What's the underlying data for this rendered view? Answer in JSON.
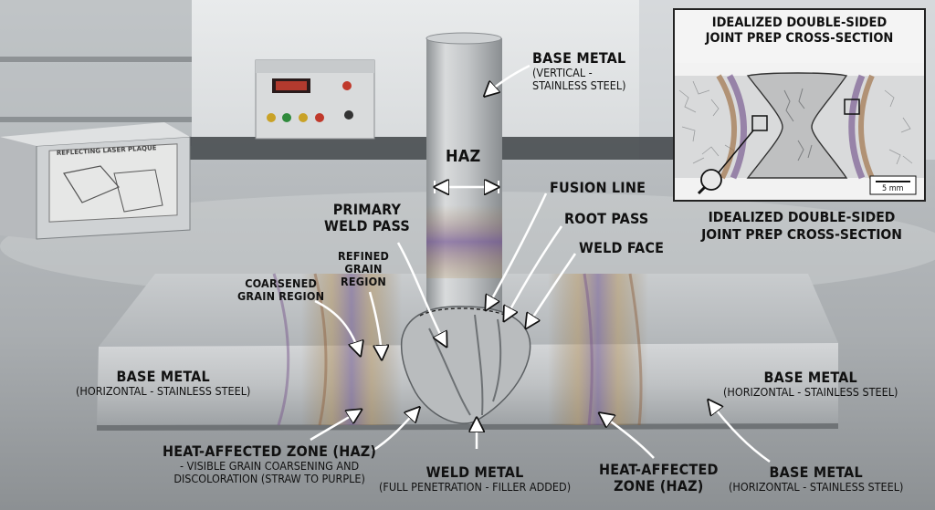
{
  "inset": {
    "title_line1": "IDEALIZED DOUBLE-SIDED",
    "title_line2": "JOINT PREP CROSS-SECTION",
    "scale_bar": "5 mm",
    "caption_line1": "IDEALIZED DOUBLE-SIDED",
    "caption_line2": "JOINT PREP CROSS-SECTION"
  },
  "plaque": {
    "text": "REFLECTING LASER PLAQUE"
  },
  "labels": {
    "base_metal_vertical": {
      "title": "BASE METAL",
      "line1": "(VERTICAL -",
      "line2": "STAINLESS STEEL)"
    },
    "haz_vertical": {
      "title": "HAZ"
    },
    "fusion_line": {
      "title": "FUSION LINE"
    },
    "root_pass": {
      "title": "ROOT PASS"
    },
    "weld_face": {
      "title": "WELD FACE"
    },
    "primary_weld_pass": {
      "line1": "PRIMARY",
      "line2": "WELD PASS"
    },
    "refined_grain": {
      "line1": "REFINED",
      "line2": "GRAIN",
      "line3": "REGION"
    },
    "coarsened_grain": {
      "line1": "COARSENED",
      "line2": "GRAIN REGION"
    },
    "base_metal_left": {
      "title": "BASE METAL",
      "sub": "(HORIZONTAL - STAINLESS STEEL)"
    },
    "base_metal_right": {
      "title": "BASE METAL",
      "sub": "(HORIZONTAL - STAINLESS STEEL)"
    },
    "base_metal_bottom_right": {
      "title": "BASE METAL",
      "sub": "(HORIZONTAL - STAINLESS STEEL)"
    },
    "haz_bottom_left": {
      "title": "HEAT-AFFECTED ZONE (HAZ)",
      "line1": "- VISIBLE GRAIN COARSENING AND",
      "line2": "DISCOLORATION (STRAW TO PURPLE)"
    },
    "weld_metal": {
      "title": "WELD METAL",
      "sub": "(FULL PENETRATION - FILLER ADDED)"
    },
    "haz_bottom_right": {
      "line1": "HEAT-AFFECTED",
      "line2": "ZONE (HAZ)"
    }
  }
}
